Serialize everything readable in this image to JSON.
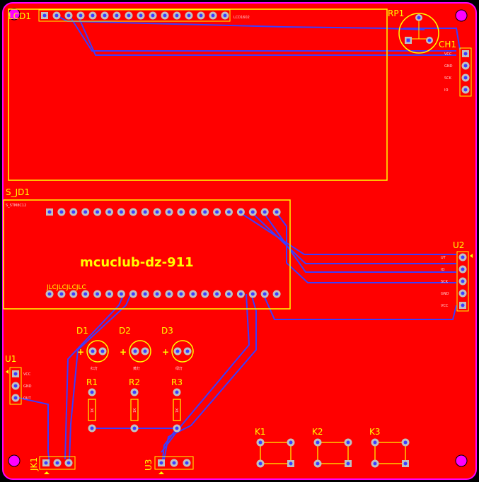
{
  "board": {
    "outline_color": "#ff00ff",
    "copper_color": "#ff0000",
    "silk_color": "#ffff00",
    "trace_color": "#3c3cff",
    "title": "mcuclub-dz-911"
  },
  "components": {
    "lcd": {
      "ref": "LCD1",
      "name": "LCD1602"
    },
    "rp": {
      "ref": "RP1"
    },
    "ch": {
      "ref": "CH1",
      "pins": [
        "VCC",
        "GND",
        "SCK",
        "IO"
      ]
    },
    "sjd": {
      "ref": "S_JD1",
      "name": "S_STM8C12",
      "jlc": "JLCJLCJLCJLC"
    },
    "u2": {
      "ref": "U2",
      "pins": [
        "UT",
        "IO",
        "SCK",
        "GND",
        "VCC"
      ]
    },
    "u1": {
      "ref": "U1",
      "pins": [
        "VCC",
        "GND",
        "OUT"
      ]
    },
    "leds": [
      {
        "ref": "D1",
        "label": "红灯"
      },
      {
        "ref": "D2",
        "label": "黄灯"
      },
      {
        "ref": "D3",
        "label": "绿灯"
      }
    ],
    "resistors": [
      {
        "ref": "R1",
        "value": "1K"
      },
      {
        "ref": "R2",
        "value": "1K"
      },
      {
        "ref": "R3",
        "value": "1K"
      }
    ],
    "jk": {
      "ref": "JK1"
    },
    "u3": {
      "ref": "U3"
    },
    "keys": [
      "K1",
      "K2",
      "K3"
    ]
  }
}
